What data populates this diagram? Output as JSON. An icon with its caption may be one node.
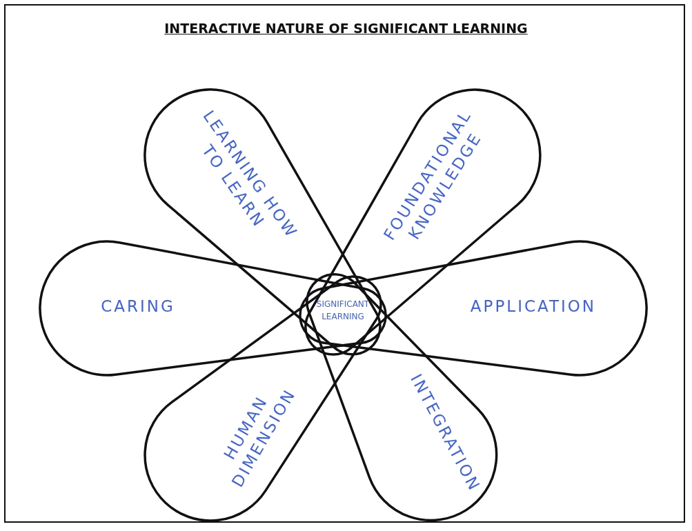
{
  "diagram": {
    "title": "INTERACTIVE NATURE OF SIGNIFICANT LEARNING",
    "nodes": [
      {
        "text": [
          "LEARNING HOW TO LEARN"
        ]
      },
      {
        "text": [
          "FOUNDATIONAL KNOWLEDGE"
        ]
      },
      {
        "text": [
          "CARING"
        ]
      },
      {
        "text": [
          "APPLICATION"
        ]
      },
      {
        "text": [
          "HUMAN DIMENSION"
        ]
      },
      {
        "text": [
          "INTEGRATION"
        ]
      },
      {
        "text": [
          "SIGNIFICANT LEARNING"
        ]
      }
    ],
    "edges": []
  }
}
